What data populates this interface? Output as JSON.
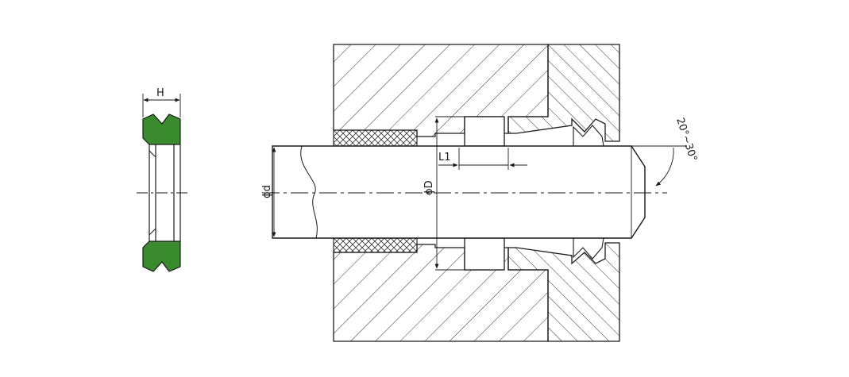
{
  "labels": {
    "seal_width": "H",
    "rod_diameter": "ϕd",
    "groove_diameter": "ϕD",
    "groove_offset": "L1",
    "chamfer_angle": "20°~30°"
  },
  "colors": {
    "line": "#1a1a1a",
    "seal_fill": "#3a8a2e",
    "background": "#ffffff"
  }
}
